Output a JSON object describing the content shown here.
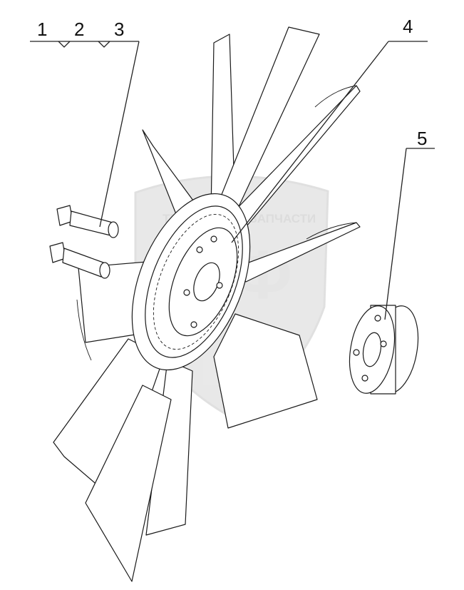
{
  "callouts": [
    {
      "label": "1"
    },
    {
      "label": "2"
    },
    {
      "label": "3"
    },
    {
      "label": "4"
    },
    {
      "label": "5"
    }
  ],
  "watermark": {
    "text": "ТЕХНОЛОГИЯ ЗАПЧАСТИ",
    "logo_letters": "ЭЛФ"
  }
}
